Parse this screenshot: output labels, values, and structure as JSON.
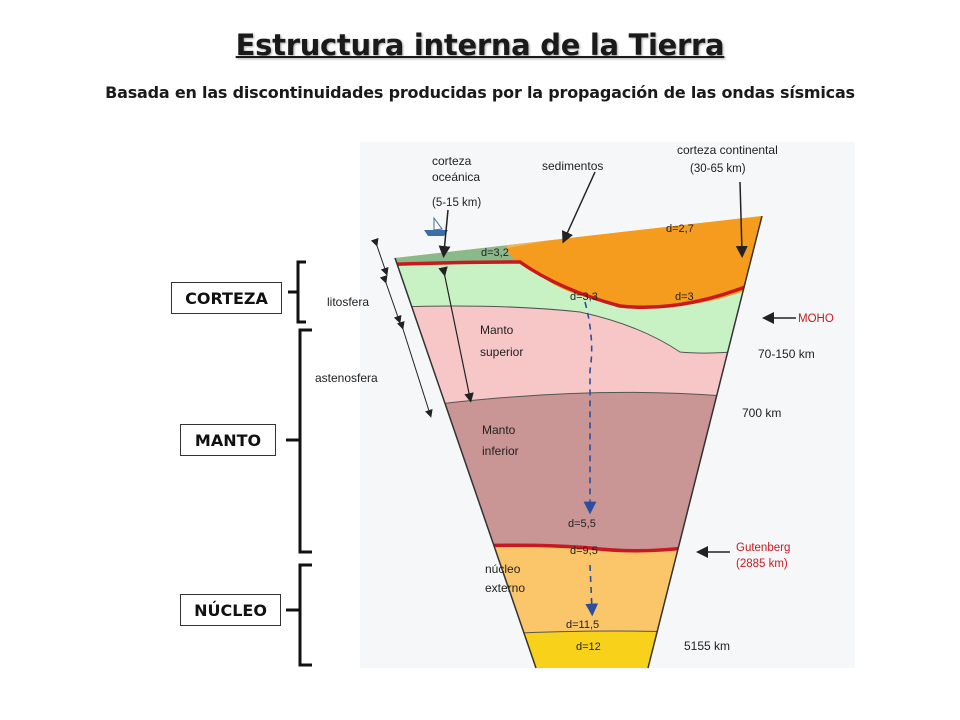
{
  "title": "Estructura interna de la Tierra",
  "subtitle": "Basada en las discontinuidades producidas por la propagación de las ondas sísmicas",
  "layers": {
    "corteza": "CORTEZA",
    "manto": "MANTO",
    "nucleo": "NÚCLEO"
  },
  "labels": {
    "corteza_oceanica_1": "corteza",
    "corteza_oceanica_2": "oceánica",
    "corteza_oceanica_3": "(5-15 km)",
    "sedimentos": "sedimentos",
    "corteza_continental_1": "corteza continental",
    "corteza_continental_2": "(30-65 km)",
    "litosfera": "litosfera",
    "astenosfera": "astenosfera",
    "manto_superior_1": "Manto",
    "manto_superior_2": "superior",
    "manto_inferior_1": "Manto",
    "manto_inferior_2": "inferior",
    "nucleo_externo_1": "núcleo",
    "nucleo_externo_2": "externo",
    "moho": "MOHO",
    "gutenberg_1": "Gutenberg",
    "gutenberg_2": "(2885 km)",
    "depth_70_150": "70-150 km",
    "depth_700": "700 km",
    "depth_5155": "5155 km"
  },
  "densities": {
    "d32": "d=3,2",
    "d27": "d=2,7",
    "d3": "d=3",
    "d33": "d=3,3",
    "d55": "d=5,5",
    "d95": "d=9,5",
    "d115": "d=11,5",
    "d12": "d=12"
  },
  "colors": {
    "ocean": "#b9e3f5",
    "oceanic_crust": "#8cb98c",
    "continental_crust": "#f59b1e",
    "lithosphere_mantle": "#c9f2c4",
    "upper_mantle": "#f7c7c7",
    "lower_mantle": "#c99595",
    "outer_core": "#fbc66a",
    "inner_core": "#f8d21a",
    "boundary": "#c8191e",
    "arrow_blue": "#2b4f9e"
  }
}
